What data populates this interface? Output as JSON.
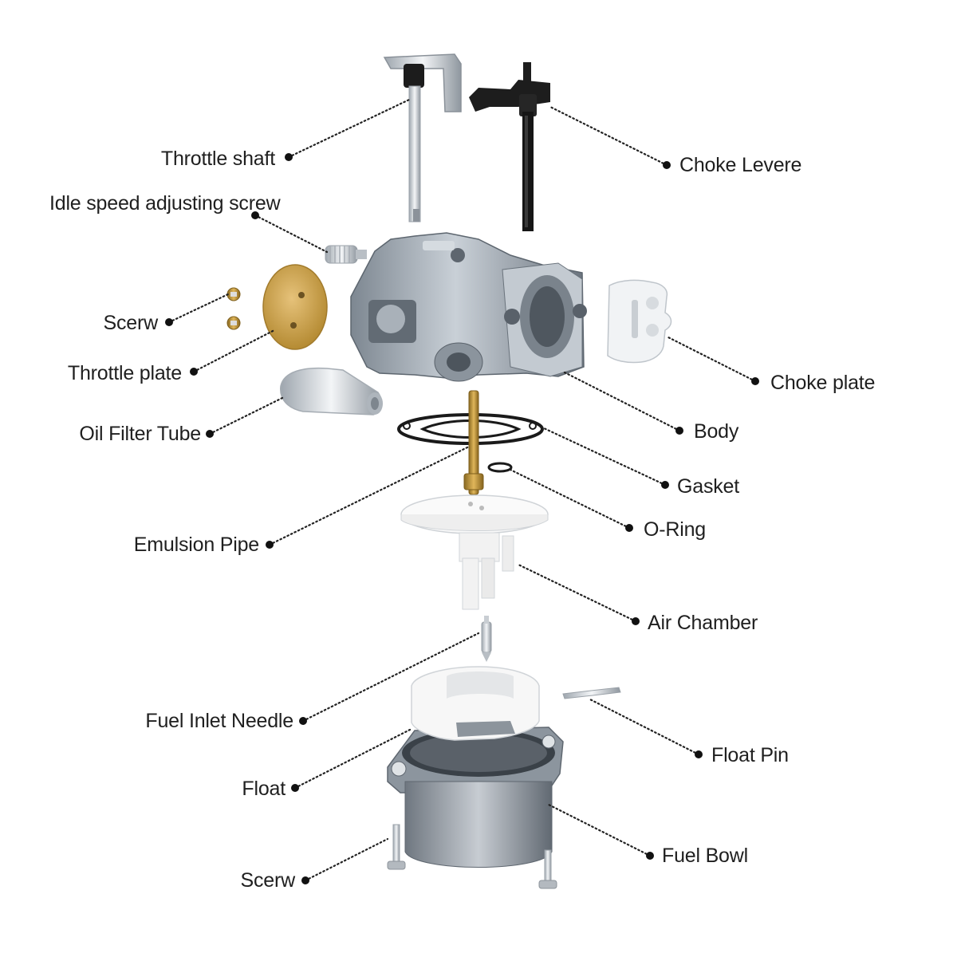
{
  "labels": {
    "throttle_shaft": "Throttle shaft",
    "choke_lever": "Choke Levere",
    "idle_screw": "Idle speed adjusting screw",
    "screw_top": "Scerw",
    "throttle_plate": "Throttle plate",
    "choke_plate": "Choke plate",
    "oil_filter_tube": "Oil Filter Tube",
    "body": "Body",
    "gasket": "Gasket",
    "o_ring": "O-Ring",
    "emulsion_pipe": "Emulsion Pipe",
    "air_chamber": "Air Chamber",
    "fuel_inlet_needle": "Fuel Inlet Needle",
    "float_pin": "Float Pin",
    "float": "Float",
    "fuel_bowl": "Fuel Bowl",
    "screw_bottom": "Scerw"
  },
  "colors": {
    "metal": "#9aa3ad",
    "metal_dark": "#6f7882",
    "brass": "#c79a3a",
    "plastic": "#f4f4f4",
    "black_part": "#1a1a1a",
    "text": "#1f1f1f"
  }
}
